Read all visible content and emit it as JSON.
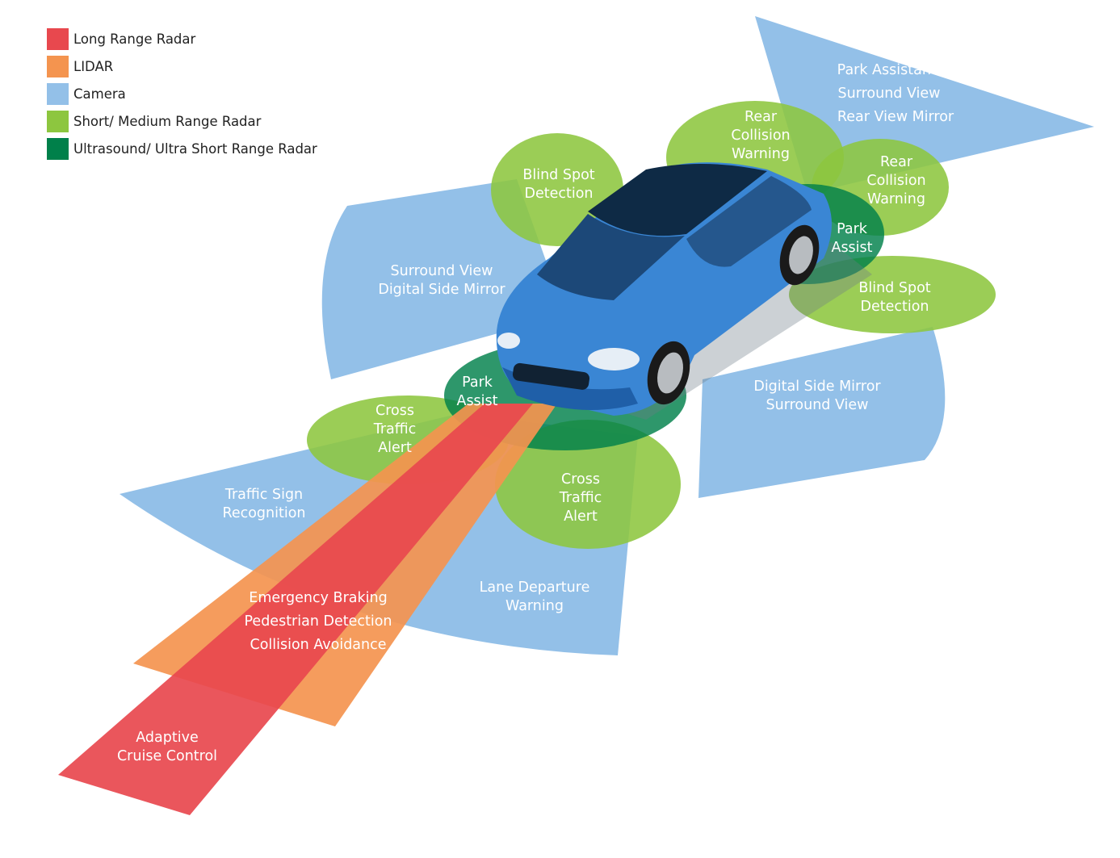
{
  "legend": [
    {
      "label": "Long Range Radar",
      "color": "#e8484e"
    },
    {
      "label": "LIDAR",
      "color": "#f4944f"
    },
    {
      "label": "Camera",
      "color": "#93c0e8"
    },
    {
      "label": "Short/ Medium Range Radar",
      "color": "#8dc63f"
    },
    {
      "label": "Ultrasound/ Ultra Short Range Radar",
      "color": "#00804a"
    }
  ],
  "labels": {
    "park_assistance": "Park Assistance",
    "surround_view_rear": "Surround View",
    "rear_view_mirror": "Rear View Mirror",
    "rear_collision_1_line1": "Rear",
    "rear_collision_1_line2": "Collision",
    "rear_collision_1_line3": "Warning",
    "rear_collision_2_line1": "Rear",
    "rear_collision_2_line2": "Collision",
    "rear_collision_2_line3": "Warning",
    "blind_spot_left_line1": "Blind Spot",
    "blind_spot_left_line2": "Detection",
    "blind_spot_right_line1": "Blind Spot",
    "blind_spot_right_line2": "Detection",
    "park_assist_rear_line1": "Park",
    "park_assist_rear_line2": "Assist",
    "park_assist_front_line1": "Park",
    "park_assist_front_line2": "Assist",
    "surround_left_line1": "Surround View",
    "surround_left_line2": "Digital Side Mirror",
    "side_mirror_right_line1": "Digital Side Mirror",
    "side_mirror_right_line2": "Surround View",
    "cross_left_line1": "Cross",
    "cross_left_line2": "Traffic",
    "cross_left_line3": "Alert",
    "cross_right_line1": "Cross",
    "cross_right_line2": "Traffic",
    "cross_right_line3": "Alert",
    "traffic_sign_line1": "Traffic Sign",
    "traffic_sign_line2": "Recognition",
    "lane_departure_line1": "Lane Departure",
    "lane_departure_line2": "Warning",
    "emergency_braking": "Emergency Braking",
    "pedestrian_detection": "Pedestrian Detection",
    "collision_avoidance": "Collision Avoidance",
    "adaptive_line1": "Adaptive",
    "adaptive_line2": "Cruise Control"
  },
  "colors": {
    "car_body": "#3a86d4",
    "car_dark": "#1f5fa8",
    "glass": "#0e2a45"
  }
}
